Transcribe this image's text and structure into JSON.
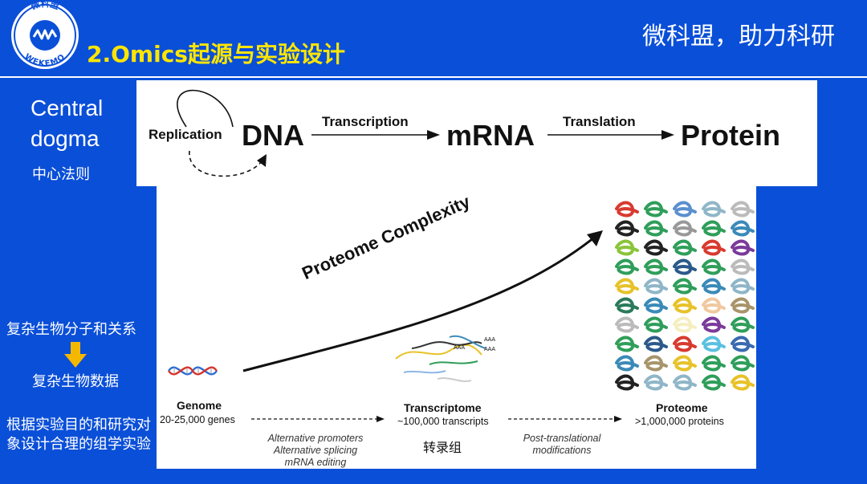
{
  "header": {
    "logo_text_top": "微科盟",
    "logo_text_bottom": "WEKEMO",
    "title": "2.Omics起源与实验设计",
    "slogan": "微科盟，助力科研"
  },
  "sidebar": {
    "central_dogma_en": "Central\ndogma",
    "central_dogma_zh": "中心法则",
    "step1": "复杂生物分子和关系",
    "step2": "复杂生物数据",
    "step3": "根据实验目的和研究对象设计合理的组学实验"
  },
  "dogma": {
    "replication": "Replication",
    "dna": "DNA",
    "transcription": "Transcription",
    "mrna": "mRNA",
    "translation": "Translation",
    "protein": "Protein"
  },
  "complexity": {
    "curve_label": "Proteome Complexity",
    "genome_title": "Genome",
    "genome_sub": "20-25,000 genes",
    "transcriptome_title": "Transcriptome",
    "transcriptome_sub": "~100,000 transcripts",
    "proteome_title": "Proteome",
    "proteome_sub": ">1,000,000 proteins",
    "mech1_l1": "Alternative promoters",
    "mech1_l2": "Alternative splicing",
    "mech1_l3": "mRNA editing",
    "transcriptome_zh": "转录组",
    "mech2_l1": "Post-translational",
    "mech2_l2": "modifications",
    "aaa": "AAA"
  },
  "colors": {
    "background": "#0a4fd8",
    "title": "#ffe600",
    "arrow": "#f5b800"
  }
}
